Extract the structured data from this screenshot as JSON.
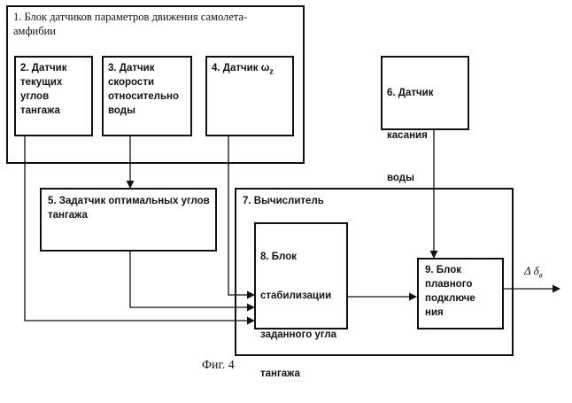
{
  "blocks": {
    "b1": "1. Блок датчиков параметров движения самолета-\nамфибии",
    "b2": "2. Датчик\nтекущих\nуглов\nтангажа",
    "b3": "3. Датчик\nскорости\nотносительно\nводы",
    "b4": "4. Датчик ω",
    "b4_sub": "z",
    "b5": "5. Задатчик оптимальных углов\nтангажа",
    "b6_line1": "6. Датчик",
    "b6_line2": "касания",
    "b6_line3": "воды",
    "b7": "7. Вычислитель",
    "b8_line1": "8. Блок",
    "b8_line2": "стабилизации",
    "b8_line3": "заданного угла",
    "b8_line4": "тангажа",
    "b9": "9. Блок\nплавного\nподключе\nния"
  },
  "output_label": "Δ δ",
  "output_label_sub": "в",
  "caption": "Фиг. 4"
}
